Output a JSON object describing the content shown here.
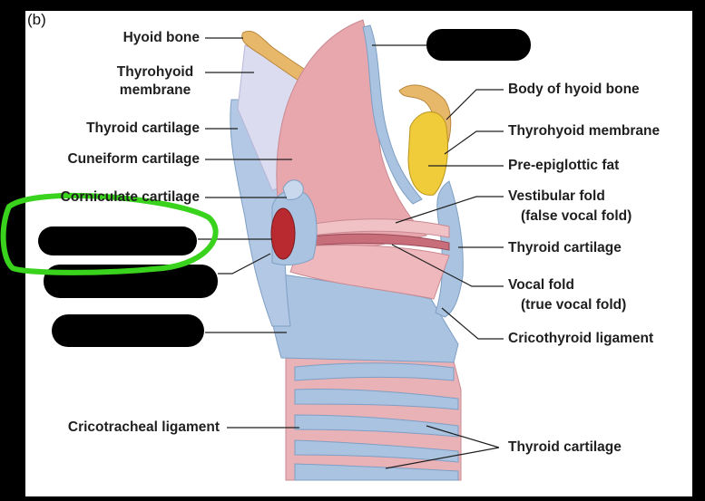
{
  "panel_letter": "(b)",
  "labels": {
    "hyoid_bone": "Hyoid bone",
    "thyrohyoid_membrane_left_1": "Thyrohyoid",
    "thyrohyoid_membrane_left_2": "membrane",
    "thyroid_cartilage_left": "Thyroid cartilage",
    "cuneiform_cartilage": "Cuneiform cartilage",
    "corniculate_cartilage": "Corniculate cartilage",
    "cricotracheal_ligament": "Cricotracheal ligament",
    "body_of_hyoid_bone": "Body of hyoid bone",
    "thyrohyoid_membrane_right": "Thyrohyoid membrane",
    "pre_epiglottic_fat": "Pre-epiglottic fat",
    "vestibular_fold_1": "Vestibular fold",
    "vestibular_fold_2": "(false vocal fold)",
    "thyroid_cartilage_right": "Thyroid cartilage",
    "vocal_fold_1": "Vocal fold",
    "vocal_fold_2": "(true vocal fold)",
    "cricothyroid_ligament": "Cricothyroid ligament",
    "thyroid_cartilage_bottom": "Thyroid cartilage"
  },
  "colors": {
    "highlight_green": "#39d21c",
    "redaction": "#000000",
    "cartilage_blue": "#a9c3e0",
    "mucosa_pink": "#e7a7ad",
    "fat_yellow": "#f0cc3a",
    "bone_tan": "#e8b86a"
  }
}
